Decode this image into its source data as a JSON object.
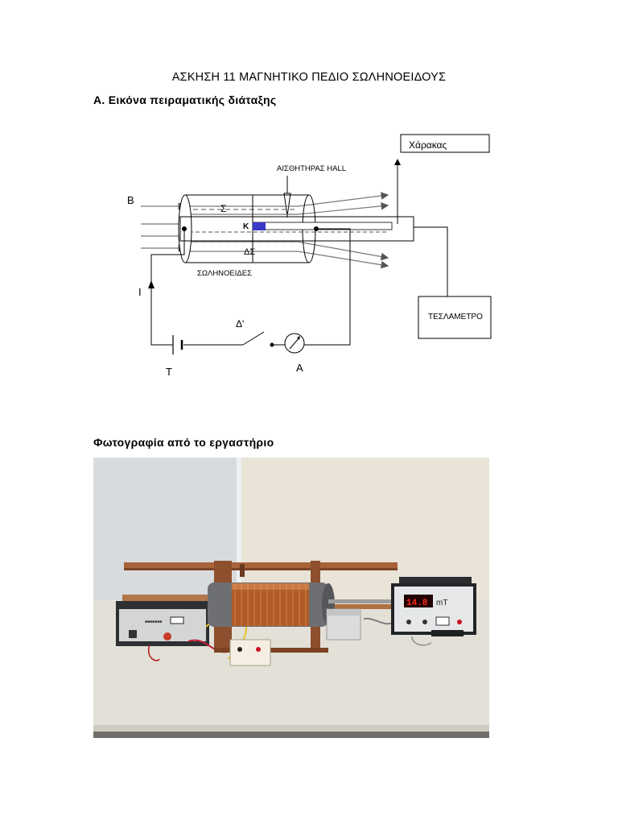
{
  "document": {
    "title": "ΑΣΚΗΣΗ 11 ΜΑΓΝΗΤΙΚΟ ΠΕΔΙΟ ΣΩΛΗΝΟΕΙΔΟΥΣ",
    "section_a": "Α. Εικόνα πειραματικής διάταξης",
    "photo_heading": "Φωτογραφία από το εργαστήριο"
  },
  "diagram": {
    "ruler_label": "Χάρακας",
    "hall_probe_label": "ΑΙΣΘΗΤΗΡΑΣ HALL",
    "field_label": "B",
    "sigma_label": "Σ",
    "k_label": "Κ",
    "delta_sigma_label": "ΔΣ",
    "solenoid_label": "ΣΩΛΗΝΟΕΙΔΕΣ",
    "current_label": "I",
    "switch_label": "Δ'",
    "teslameter_label": "ΤΕΣΛΑΜΕΤΡΟ",
    "battery_label": "Τ",
    "ammeter_label": "Α"
  },
  "photo": {
    "meter_reading": "14.8",
    "meter_unit": "mT",
    "colors": {
      "wall": "#e8e2d6",
      "table": "#e4e0d6",
      "wood": "#9b5a35",
      "copper": "#b8622b",
      "display": "#ff2a1a"
    }
  }
}
